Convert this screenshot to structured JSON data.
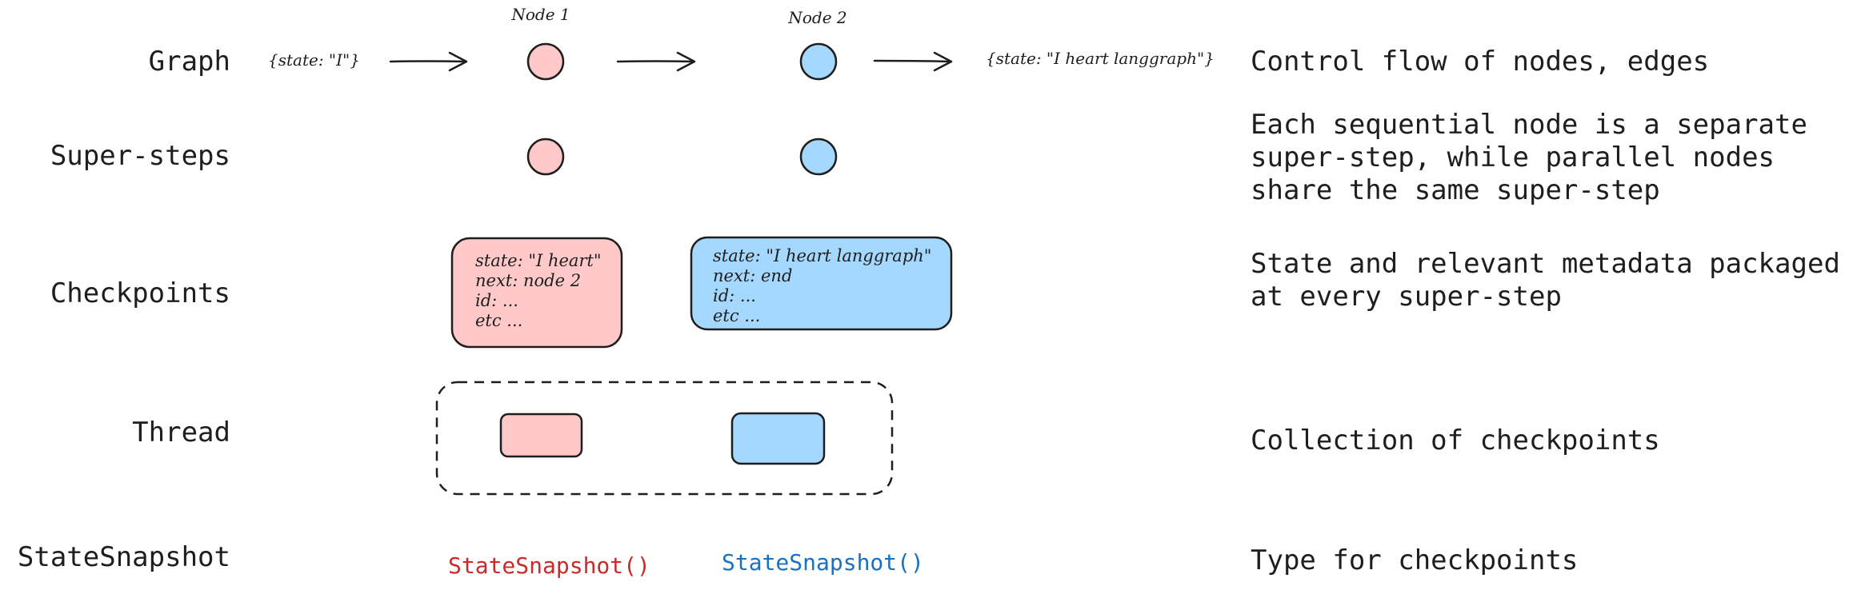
{
  "rows": {
    "graph": "Graph",
    "supersteps": "Super-steps",
    "checkpoints": "Checkpoints",
    "thread": "Thread",
    "statesnapshot": "StateSnapshot"
  },
  "graph": {
    "input_state": "{state: \"I\"}",
    "node1_label": "Node 1",
    "node2_label": "Node 2",
    "output_state": "{state: \"I heart langgraph\"}"
  },
  "checkpoints": {
    "node1": {
      "line1": "state: \"I heart\"",
      "line2": "next: node 2",
      "line3": "id: ...",
      "line4": "etc ..."
    },
    "node2": {
      "line1": "state: \"I heart langgraph\"",
      "line2": "next: end",
      "line3": "id: ...",
      "line4": "etc ..."
    }
  },
  "snapshots": {
    "node1": "StateSnapshot()",
    "node2": "StateSnapshot()"
  },
  "descriptions": {
    "graph": "Control flow of nodes, edges",
    "supersteps_line1": "Each sequential node is a separate",
    "supersteps_line2": "super-step, while parallel nodes",
    "supersteps_line3": "share the same super-step",
    "checkpoints_line1": "State and relevant metadata packaged",
    "checkpoints_line2": "at every super-step",
    "thread": "Collection of checkpoints",
    "statesnapshot": "Type for checkpoints"
  },
  "colors": {
    "node1_fill": "#ffc9c9",
    "node2_fill": "#a5d8ff",
    "stroke": "#1e1e1e",
    "snapshot1_text": "#c92a2a",
    "snapshot2_text": "#1971c2"
  }
}
